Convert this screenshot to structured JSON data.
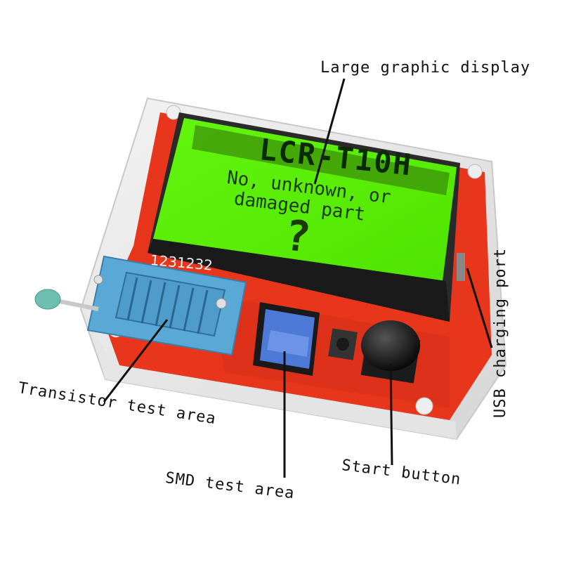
{
  "image": {
    "subject": "LCR-T10H component tester in clear acrylic case"
  },
  "screen": {
    "model": "LCR-T10H",
    "line1": "No, unknown, or",
    "line2": "damaged part",
    "symbol": "?"
  },
  "pcb_print": "1231232",
  "callouts": {
    "display": "Large graphic display",
    "transistor": "Transistor test area",
    "smd": "SMD test area",
    "start": "Start button",
    "usb": "USB charging port"
  },
  "colors": {
    "lcd_green": "#59f20a",
    "pcb_red": "#e8361c",
    "socket_blue": "#5aa8d6",
    "knob_black": "#111111"
  }
}
